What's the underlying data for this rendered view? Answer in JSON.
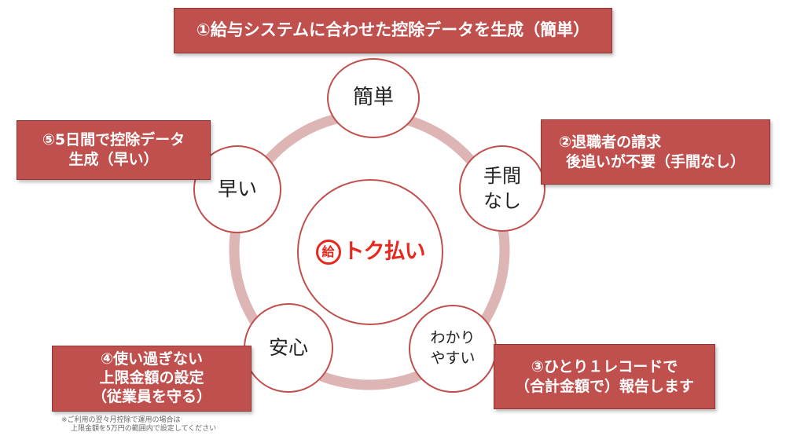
{
  "colors": {
    "box_fill": "#c0504d",
    "ring": "#dcb5b4",
    "circle_border": "#c0504d",
    "logo_red": "#e8281e"
  },
  "center": {
    "logo_badge": "給",
    "logo_text": "トク払い"
  },
  "nodes": {
    "simple": "簡単",
    "no_effort_line1": "手間",
    "no_effort_line2": "なし",
    "easy_line1": "わかり",
    "easy_line2": "やすい",
    "safe": "安心",
    "fast": "早い"
  },
  "boxes": {
    "box1": "①給与システムに合わせた控除データを生成（簡単）",
    "box2_line1": "②退職者の請求",
    "box2_line2": "後追いが不要（手間なし）",
    "box3_line1": "③ひとり１レコードで",
    "box3_line2": "（合計金額で）報告します",
    "box4_line1": "④使い過ぎない",
    "box4_line2": "上限金額の設定",
    "box4_line3": "（従業員を守る）",
    "box5_line1": "⑤5日間で控除データ",
    "box5_line2": "生成（早い）"
  },
  "note": {
    "line1": "※ご利用の翌々月控除で運用の場合は",
    "line2": "上限金額を5万円の範囲内で設定してください"
  }
}
